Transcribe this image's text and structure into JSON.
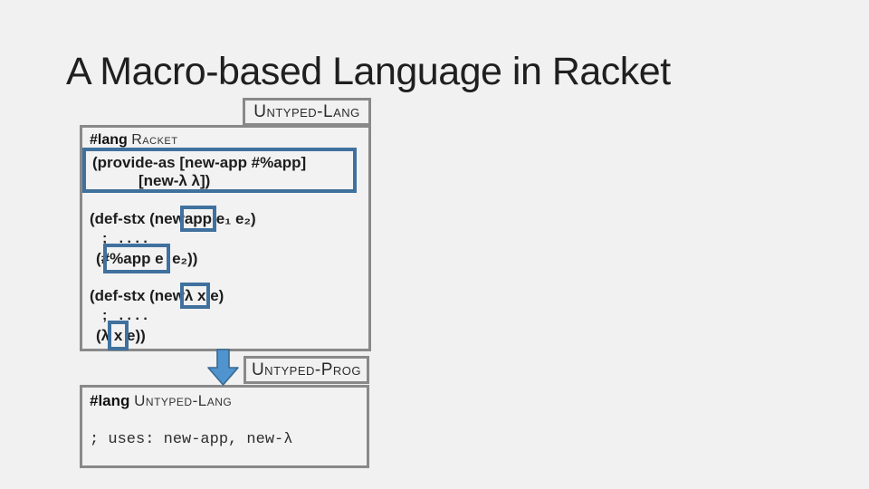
{
  "title": {
    "text": "A Macro-based Language in Racket"
  },
  "labels": {
    "untyped_lang": "Untyped-Lang",
    "untyped_prog": "Untyped-Prog"
  },
  "icons": {
    "down_arrow": "down-arrow-icon"
  },
  "colors": {
    "background": "#f1f1f1",
    "box_border_gray": "#898989",
    "highlight_blue": "#40719e",
    "arrow_fill": "#4f94cf",
    "arrow_stroke": "#39688f"
  },
  "main_box": {
    "lang_hash": "#lang",
    "lang_name": "Racket",
    "provide_line1": "(provide-as [new-app #%app]",
    "provide_line2": "[new-λ λ])",
    "app_block": {
      "l1_pre": "(def-stx (new",
      "l1_hl": "app",
      "l1_post": " e₁ e₂)",
      "l2": ";   . . . .",
      "l3_pre": "(#",
      "l3_hl": "%app e",
      "l3_post": "  e₂))"
    },
    "lam_block": {
      "l1_pre": "(def-stx (new",
      "l1_hl": "λ x",
      "l1_post": " e)",
      "l2": ";   . . . .",
      "l3_pre": "(λ ",
      "l3_hl": "x",
      "l3_post": " e))"
    }
  },
  "bottom_box": {
    "lang_hash": "#lang",
    "lang_name": "Untyped-Lang",
    "comment": "; uses: new-app, new-λ"
  }
}
